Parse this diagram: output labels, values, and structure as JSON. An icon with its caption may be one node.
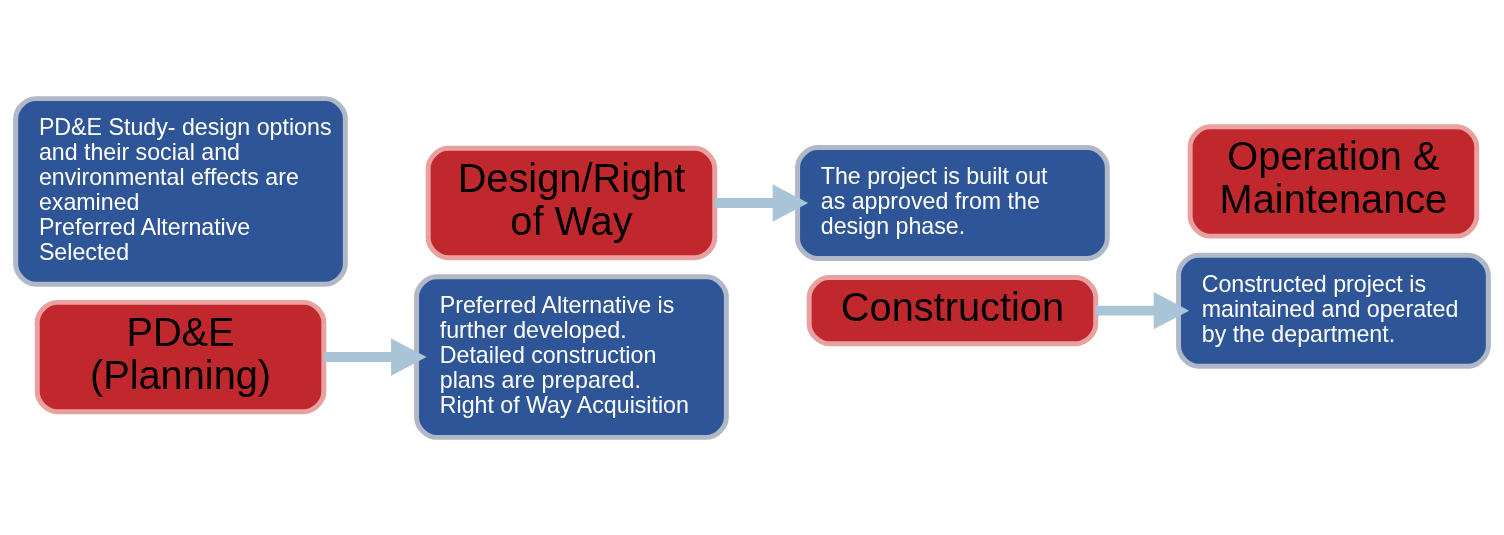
{
  "diagram": {
    "nodes": [
      {
        "text": [
          "PD&E Study- design options and their social and environmental effects are examined",
          "Preferred Alternative Selected"
        ]
      },
      {
        "text": [
          "PD&E (Planning)"
        ]
      },
      {
        "text": [
          "Design/Right of Way"
        ]
      },
      {
        "text": [
          "Preferred Alternative is further developed.",
          "Detailed construction plans are prepared.",
          "Right of Way Acquisition"
        ]
      },
      {
        "text": [
          "The project is built out as approved from the design phase."
        ]
      },
      {
        "text": [
          "Construction"
        ]
      },
      {
        "text": [
          "Operation & Maintenance"
        ]
      },
      {
        "text": [
          "Constructed project is maintained and operated  by the department."
        ]
      }
    ],
    "edges": [
      {
        "from": 1,
        "to": 3,
        "arrow": "to"
      },
      {
        "from": 2,
        "to": 4,
        "arrow": "to"
      },
      {
        "from": 5,
        "to": 7,
        "arrow": "to"
      }
    ]
  }
}
